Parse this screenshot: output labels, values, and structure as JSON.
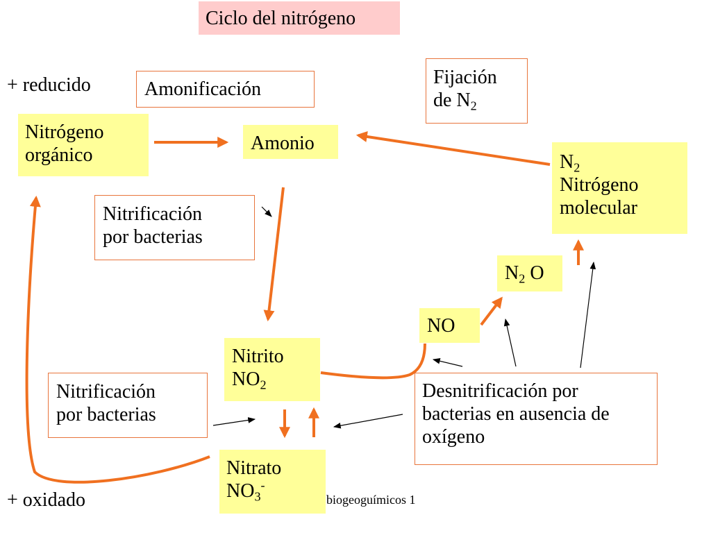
{
  "title": "Ciclo del nitrógeno",
  "labels": {
    "reduced": "+ reducido",
    "oxidized": "+ oxidado"
  },
  "processes": {
    "ammonification": "Amonificación",
    "fixation": {
      "line1": "Fijación",
      "line2_prefix": "de N",
      "line2_sub": "2"
    },
    "nitrification_top": {
      "line1": "Nitrificación",
      "line2": "por bacterias"
    },
    "nitrification_bottom": {
      "line1": "Nitrificación",
      "line2": "por bacterias"
    },
    "denitrification": {
      "line1": "Desnitrificación por",
      "line2": "bacterias en ausencia de",
      "line3": "oxígeno"
    }
  },
  "compounds": {
    "organic_nitrogen": {
      "line1": "Nitrógeno",
      "line2": "orgánico"
    },
    "ammonium": "Amonio",
    "molecular_nitrogen": {
      "formula_prefix": "N",
      "formula_sub": "2",
      "line2": "Nitrógeno",
      "line3": "molecular"
    },
    "nitrous_oxide": {
      "prefix": "N",
      "sub": "2",
      "suffix": " O"
    },
    "nitric_oxide": "NO",
    "nitrite": {
      "line1": "Nitrito",
      "formula_prefix": "NO",
      "formula_sub": "2"
    },
    "nitrate": {
      "line1": "Nitrato",
      "formula_prefix": "NO",
      "formula_sub": "3",
      "formula_sup": "-"
    }
  },
  "footer": "biogeoguímicos 1",
  "colors": {
    "arrow_orange": "#f07020",
    "box_yellow": "#ffff99",
    "title_pink": "#ffcccc",
    "box_border": "#e8743b"
  }
}
